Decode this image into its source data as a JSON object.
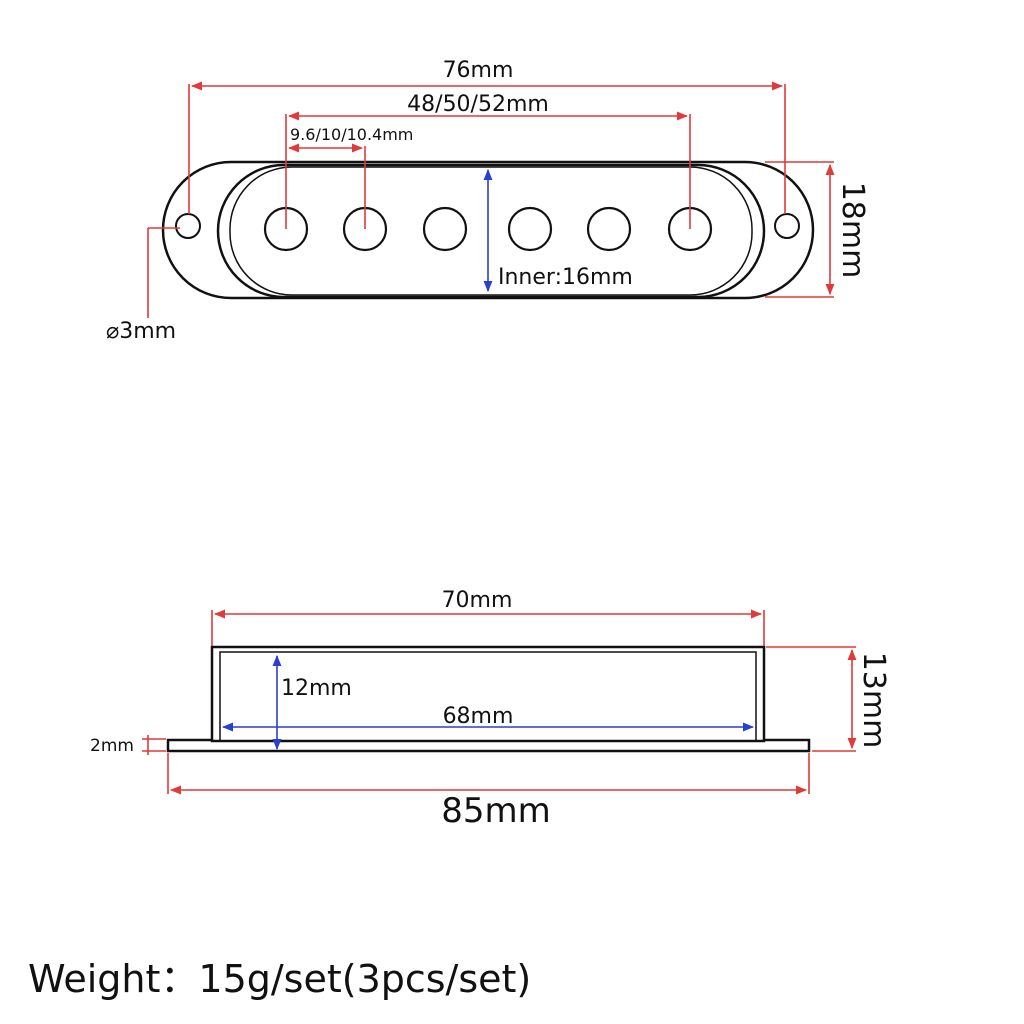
{
  "top_view": {
    "overall_width": "76mm",
    "pole_span": "48/50/52mm",
    "pole_spacing": "9.6/10/10.4mm",
    "height": "18mm",
    "inner_height": "Inner:16mm",
    "hole_diameter": "⌀3mm"
  },
  "side_view": {
    "top_width": "70mm",
    "inner_width": "68mm",
    "inner_height": "12mm",
    "height": "13mm",
    "flange_thickness": "2mm",
    "base_width": "85mm"
  },
  "weight": "Weight：15g/set(3pcs/set)"
}
